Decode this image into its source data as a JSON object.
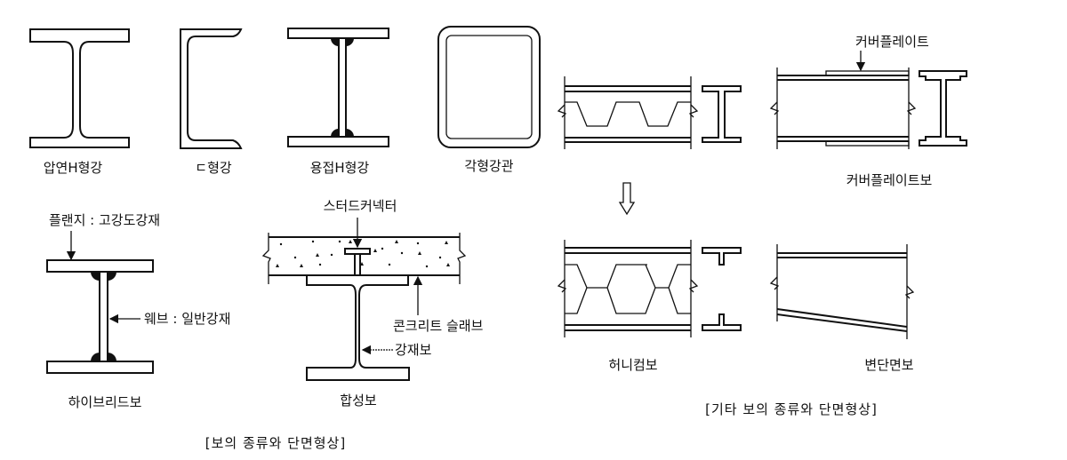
{
  "left_panel": {
    "sections": {
      "rolled_h": "압연H형강",
      "channel": "ㄷ형강",
      "welded_h": "용접H형강",
      "box_tube": "각형강관"
    },
    "hybrid": {
      "flange_label": "플랜지 : 고강도강재",
      "web_label": "웨브 : 일반강재",
      "name": "하이브리드보"
    },
    "composite": {
      "stud_label": "스터드커넥터",
      "slab_label": "콘크리트 슬래브",
      "steel_label": "강재보",
      "name": "합성보"
    },
    "caption": "[보의 종류와 단면형상]"
  },
  "right_panel": {
    "honeycomb_name": "허니컴보",
    "cover_plate_label": "커버플레이트",
    "cover_plate_name": "커버플레이트보",
    "tapered_name": "변단면보",
    "caption": "[기타 보의 종류와 단면형상]"
  }
}
